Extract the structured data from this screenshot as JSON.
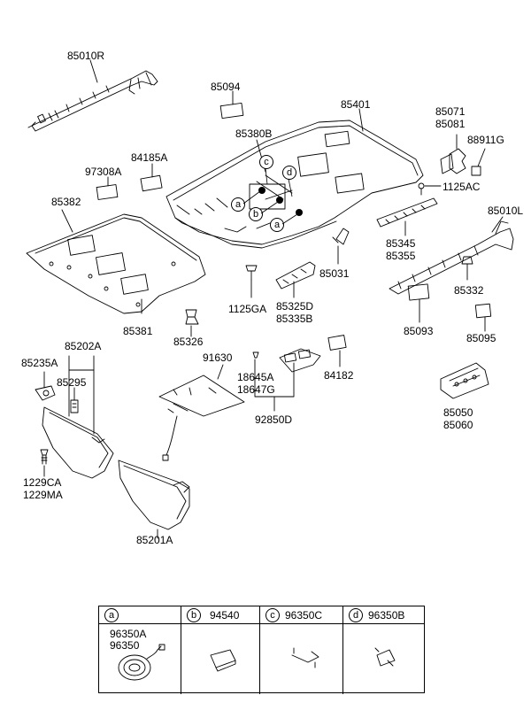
{
  "parts": {
    "p85010R": "85010R",
    "p85094": "85094",
    "p85401": "85401",
    "p85071": "85071",
    "p85081": "85081",
    "p88911G": "88911G",
    "p85380B": "85380B",
    "p84185A": "84185A",
    "p97308A": "97308A",
    "p1125AC": "1125AC",
    "p85010L": "85010L",
    "p85382": "85382",
    "p85345": "85345",
    "p85355": "85355",
    "p85031": "85031",
    "p85332": "85332",
    "p1125GA": "1125GA",
    "p85325D": "85325D",
    "p85335B": "85335B",
    "p85381": "85381",
    "p85326": "85326",
    "p85093": "85093",
    "p85095": "85095",
    "p85235A": "85235A",
    "p85202A": "85202A",
    "p91630": "91630",
    "p85295": "85295",
    "p18645A": "18645A",
    "p18647G": "18647G",
    "p84182": "84182",
    "p92850D": "92850D",
    "p85050": "85050",
    "p85060": "85060",
    "p1229CA": "1229CA",
    "p1229MA": "1229MA",
    "p85201A": "85201A"
  },
  "callouts": {
    "a": "a",
    "b": "b",
    "c": "c",
    "d": "d"
  },
  "legend": {
    "a": {
      "letter": "a",
      "code": "",
      "sub1": "96350A",
      "sub2": "96350"
    },
    "b": {
      "letter": "b",
      "code": "94540"
    },
    "c": {
      "letter": "c",
      "code": "96350C"
    },
    "d": {
      "letter": "d",
      "code": "96350B"
    }
  }
}
